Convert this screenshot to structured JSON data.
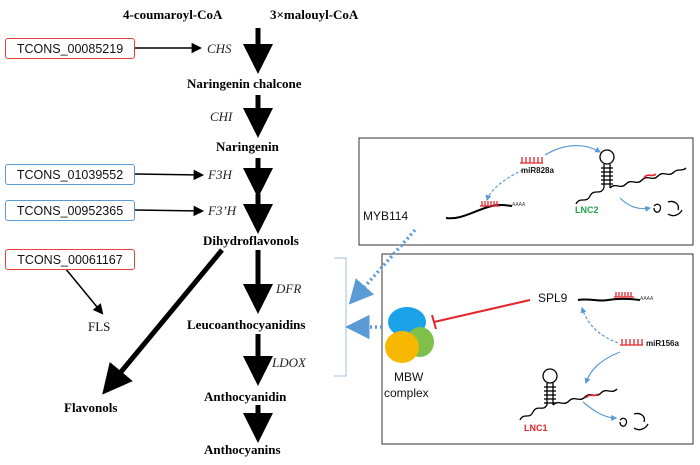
{
  "colors": {
    "red_border": "#e8413c",
    "blue_border": "#5b9bd5",
    "dashed_arrow": "#5b9bd5",
    "inhibit_line": "#e3262b",
    "lnc2": "#1fa34a",
    "lnc1": "#e3262b",
    "mbw_blue": "#1aa3e8",
    "mbw_orange": "#f6b800",
    "mbw_green": "#7fc04a"
  },
  "substrates": {
    "left": "4-coumaroyl-CoA",
    "right": "3×malouyl-CoA"
  },
  "compounds": {
    "naringenin_chalcone": "Naringenin chalcone",
    "naringenin": "Naringenin",
    "dihydroflavonols": "Dihydroflavonols",
    "leucoanthocyanidins": "Leucoanthocyanidins",
    "anthocyanidin": "Anthocyanidin",
    "anthocyanins": "Anthocyanins",
    "flavonols": "Flavonols"
  },
  "enzymes": {
    "chs": "CHS",
    "chi": "CHI",
    "f3h": "F3H",
    "f3ph": "F3’H",
    "dfr": "DFR",
    "ldox": "LDOX",
    "fls": "FLS"
  },
  "transcripts": {
    "t1": "TCONS_00085219",
    "t2": "TCONS_01039552",
    "t3": "TCONS_00952365",
    "t4": "TCONS_00061167"
  },
  "regulation": {
    "myb114": "MYB114",
    "mir828a": "miR828a",
    "lnc2": "LNC2",
    "spl9": "SPL9",
    "mir156a": "miR156a",
    "lnc1": "LNC1",
    "mbw_line1": "MBW",
    "mbw_line2": "complex",
    "polya": "AAAA"
  }
}
